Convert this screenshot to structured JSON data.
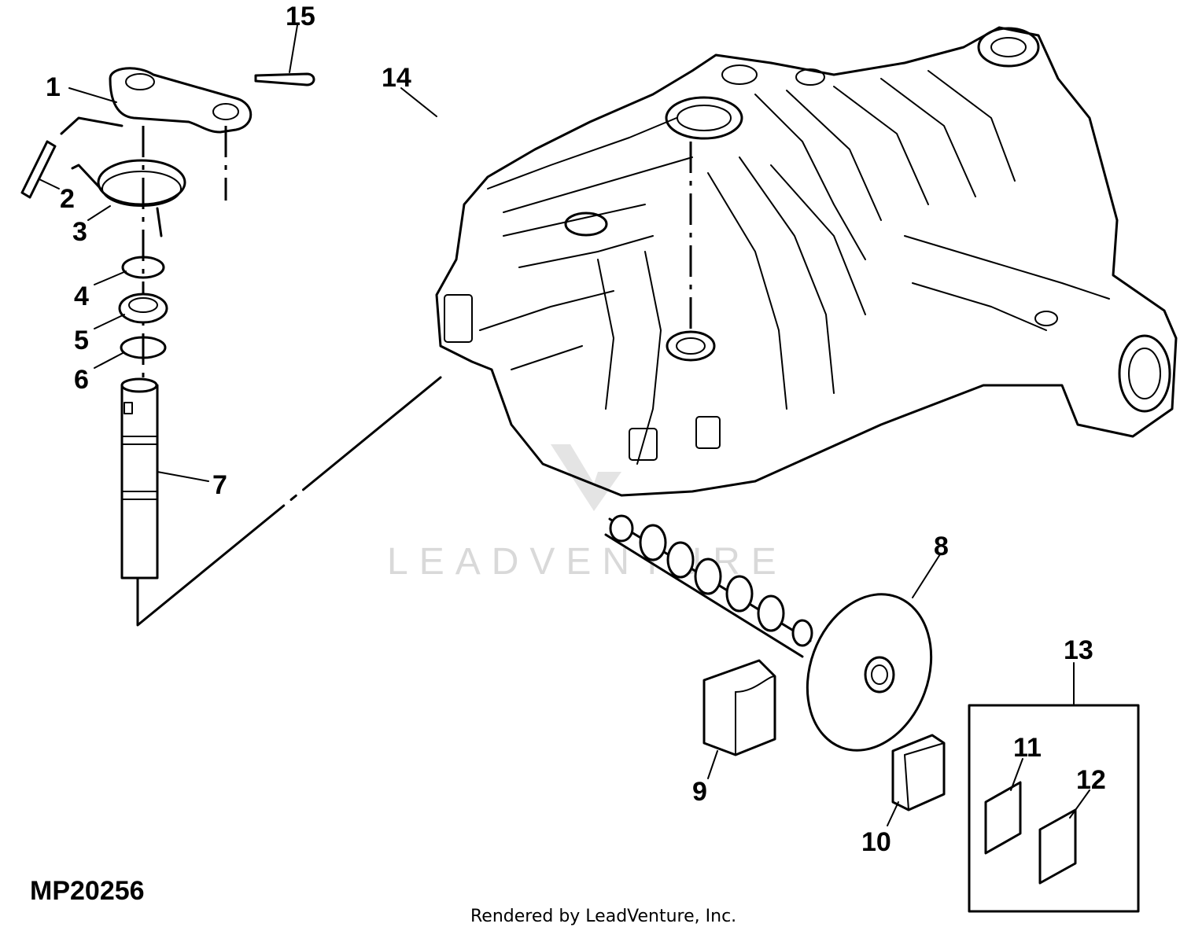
{
  "figure_id": "MP20256",
  "footer": "Rendered by LeadVenture, Inc.",
  "watermark": "LEADVENTURE",
  "callouts": [
    "1",
    "2",
    "3",
    "4",
    "5",
    "6",
    "7",
    "8",
    "9",
    "10",
    "11",
    "12",
    "13",
    "14",
    "15"
  ]
}
